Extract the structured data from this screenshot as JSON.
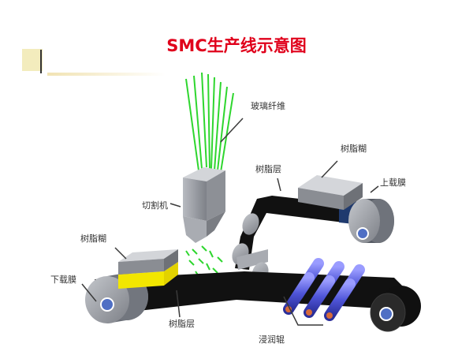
{
  "title": "SMC生产线示意图",
  "colors": {
    "title": "#e0001b",
    "belt": "#111111",
    "roller_gray": "#9a9da3",
    "roller_hub": "#4f6fc4",
    "blue_roller": "#5a5fd8",
    "yellow_layer": "#f2e600",
    "fiber_green": "#2ed62e",
    "upper_film_blue": "#1f3a6e",
    "leader_line": "#3a3a3a"
  },
  "labels": {
    "glass_fiber": "玻璃纤维",
    "cutter": "切割机",
    "resin_paste_top": "树脂糊",
    "resin_layer_top": "树脂层",
    "upper_film": "上载膜",
    "resin_paste_left": "树脂糊",
    "lower_film": "下载膜",
    "resin_layer_bottom": "树脂层",
    "impregnation_rollers": "浸润辊"
  }
}
